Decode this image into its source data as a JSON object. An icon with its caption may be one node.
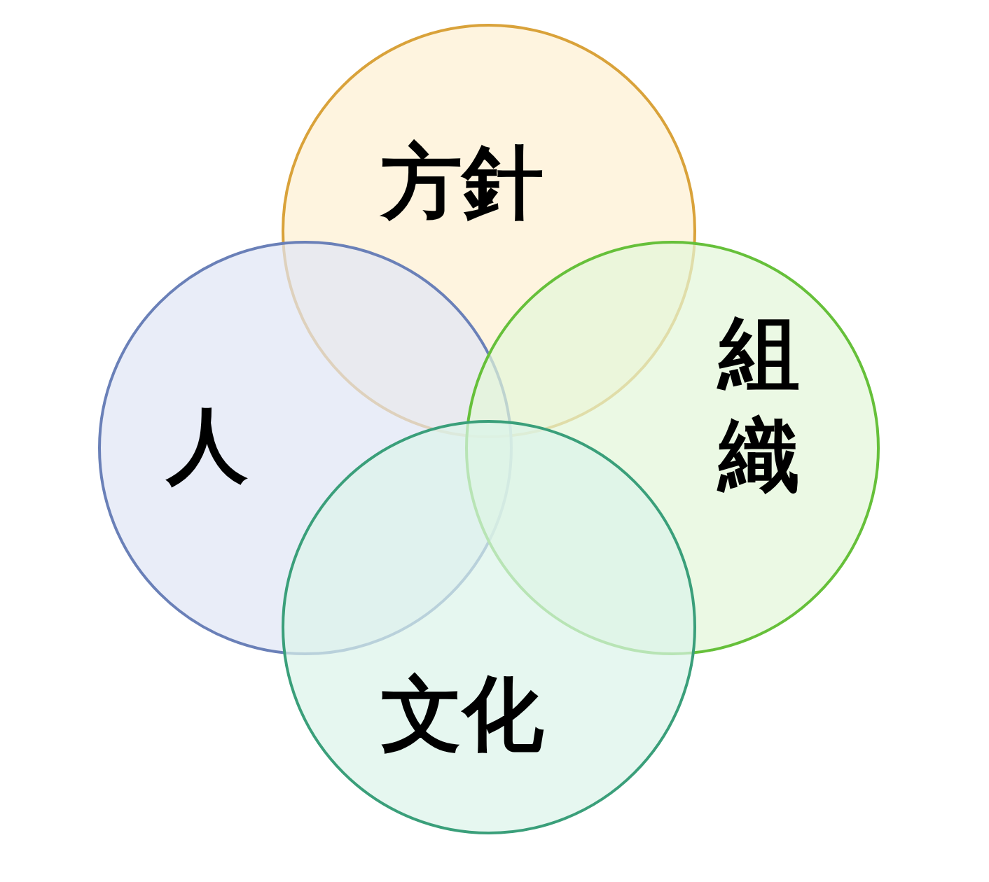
{
  "diagram": {
    "nodes": [
      {
        "text": [
          "方針"
        ]
      },
      {
        "text": [
          "人"
        ]
      },
      {
        "text": [
          "組織"
        ]
      },
      {
        "text": [
          "文化"
        ]
      }
    ]
  }
}
